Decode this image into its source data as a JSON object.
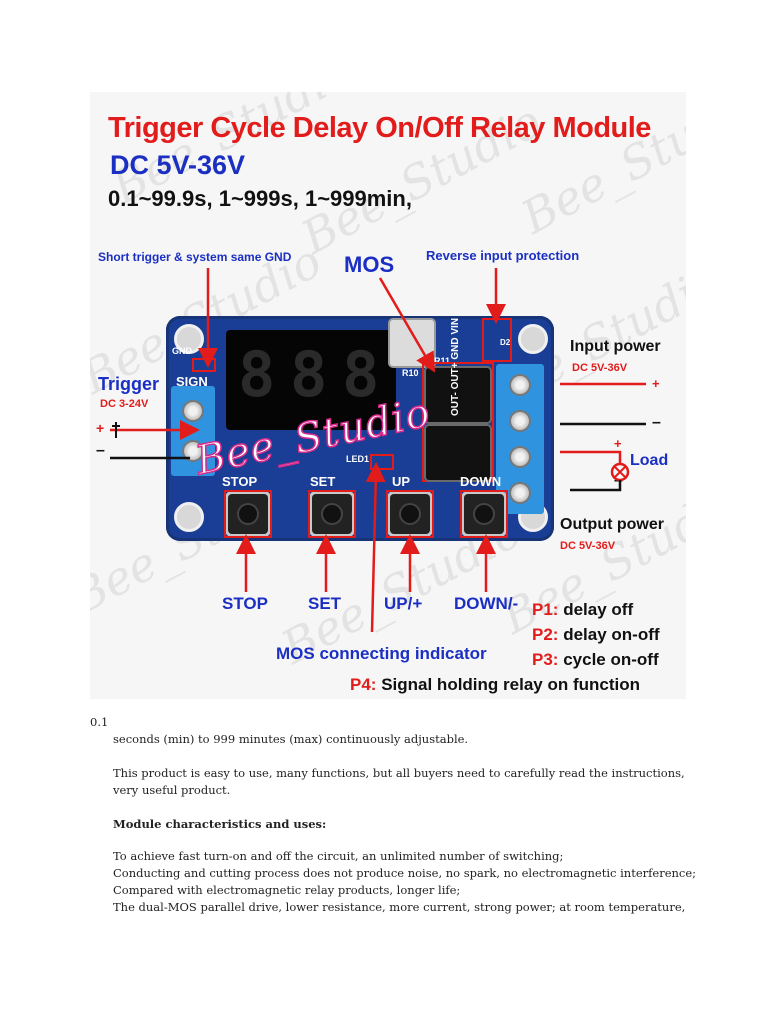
{
  "photo": {
    "title": "Trigger Cycle Delay On/Off Relay Module",
    "voltage": "DC 5V-36V",
    "ranges": "0.1~99.9s, 1~999s, 1~999min,",
    "watermark": "Bee_Studio",
    "labels": {
      "short_trigger": "Short trigger & system same GND",
      "mos": "MOS",
      "reverse_protection": "Reverse input protection",
      "input_power": "Input power",
      "input_voltage": "DC 5V-36V",
      "trigger": "Trigger",
      "trigger_voltage": "DC 3-24V",
      "load": "Load",
      "output_power": "Output power",
      "output_voltage": "DC 5V-36V",
      "stop": "STOP",
      "set": "SET",
      "up": "UP/+",
      "down": "DOWN/-",
      "mos_indicator": "MOS connecting indicator",
      "plus": "+",
      "minus": "–"
    },
    "silkscreen": {
      "gnd": "GND",
      "sign": "SIGN",
      "stop": "STOP",
      "set": "SET",
      "up": "UP",
      "down": "DOWN",
      "led1": "LED1",
      "terminals": "OUT- OUT+ GND VIN",
      "r10": "R10",
      "r11": "R11",
      "d2": "D2"
    },
    "display_digits": [
      "8",
      "8",
      "8"
    ],
    "modes": [
      {
        "key": "P1:",
        "text": "delay off"
      },
      {
        "key": "P2:",
        "text": "delay on-off"
      },
      {
        "key": "P3:",
        "text": "cycle on-off"
      },
      {
        "key": "P4:",
        "text": "Signal holding relay on function"
      }
    ],
    "colors": {
      "title_red": "#e21b1b",
      "label_blue": "#1b2fc2",
      "board_blue": "#1a3e95",
      "terminal_blue": "#2f93e0"
    }
  },
  "document": {
    "marker": "0.1",
    "line1": "seconds (min) to 999 minutes (max) continuously adjustable.",
    "para2": "This product is easy to use, many functions, but all buyers need to carefully read the instructions, very useful product.",
    "heading": "Module characteristics and uses:",
    "bullets": [
      "To achieve fast turn-on and off the circuit, an unlimited number of switching;",
      "Conducting and cutting process does not produce noise, no spark, no electromagnetic interference;",
      "Compared with electromagnetic relay products, longer life;",
      "The dual-MOS parallel drive, lower resistance, more current, strong power; at room temperature,"
    ]
  }
}
